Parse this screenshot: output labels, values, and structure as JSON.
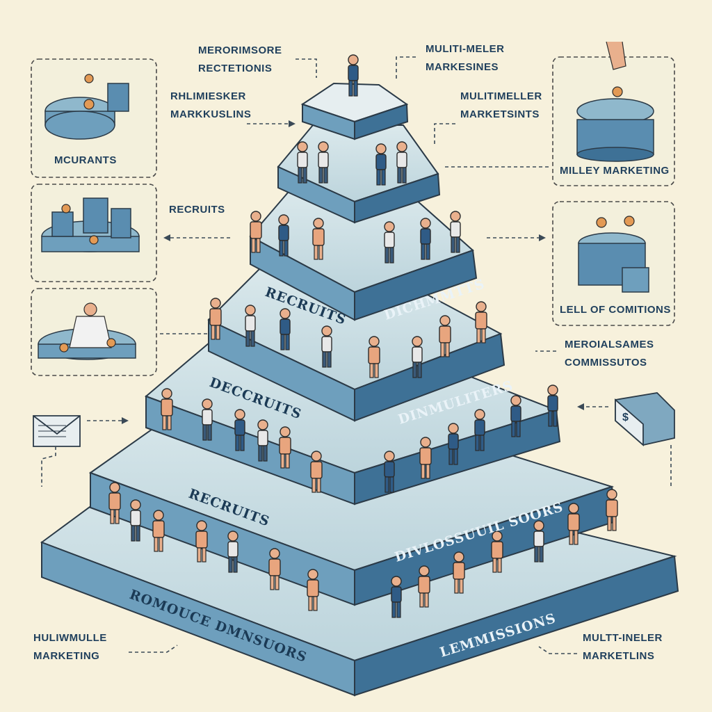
{
  "callouts": {
    "top_left": [
      "MERORIMSORE",
      "RECTETIONIS"
    ],
    "top_right": [
      "MULITI-MELER",
      "MARKESINES"
    ],
    "upper_left": [
      "RHLIMIESKER",
      "MARKKUSLINS"
    ],
    "upper_right": [
      "MULITIMELLER",
      "MARKETSINTS"
    ],
    "mid_left": [
      "RECRUITS"
    ],
    "right_mid": [
      "MEROIALSAMES",
      "COMMISSUTOS"
    ],
    "bottom_left": [
      "HULIWMULLE",
      "MARKETING"
    ],
    "bottom_right": [
      "MULTT-INELER",
      "MARKETLINS"
    ]
  },
  "panels": {
    "left_1": "MCURANTS",
    "right_1": "MILLEY MARKETING",
    "right_2": "LELL OF COMITIONS"
  },
  "bands": {
    "tier2_left": "RECRUITS",
    "tier2_right": "DICHMMTTS",
    "tier3_left": "DECCRUITS",
    "tier3_right": "DINMULITERS",
    "tier4_left": "RECRUITS",
    "tier4_right": "DIVLOSSUUIL SOORS",
    "tier5_left": "ROMOUCE DMNSUORS",
    "tier5_right": "LEMMISSIONS"
  },
  "colors": {
    "background": "#f7f1dc",
    "band_dark": "#3e7196",
    "band_mid": "#6e9fbd",
    "tier_face": "#cfe1e6",
    "ink": "#1f3f5c"
  },
  "icons": {
    "envelope_left": "envelope-icon",
    "money_box_right": "dollar-box-icon"
  }
}
